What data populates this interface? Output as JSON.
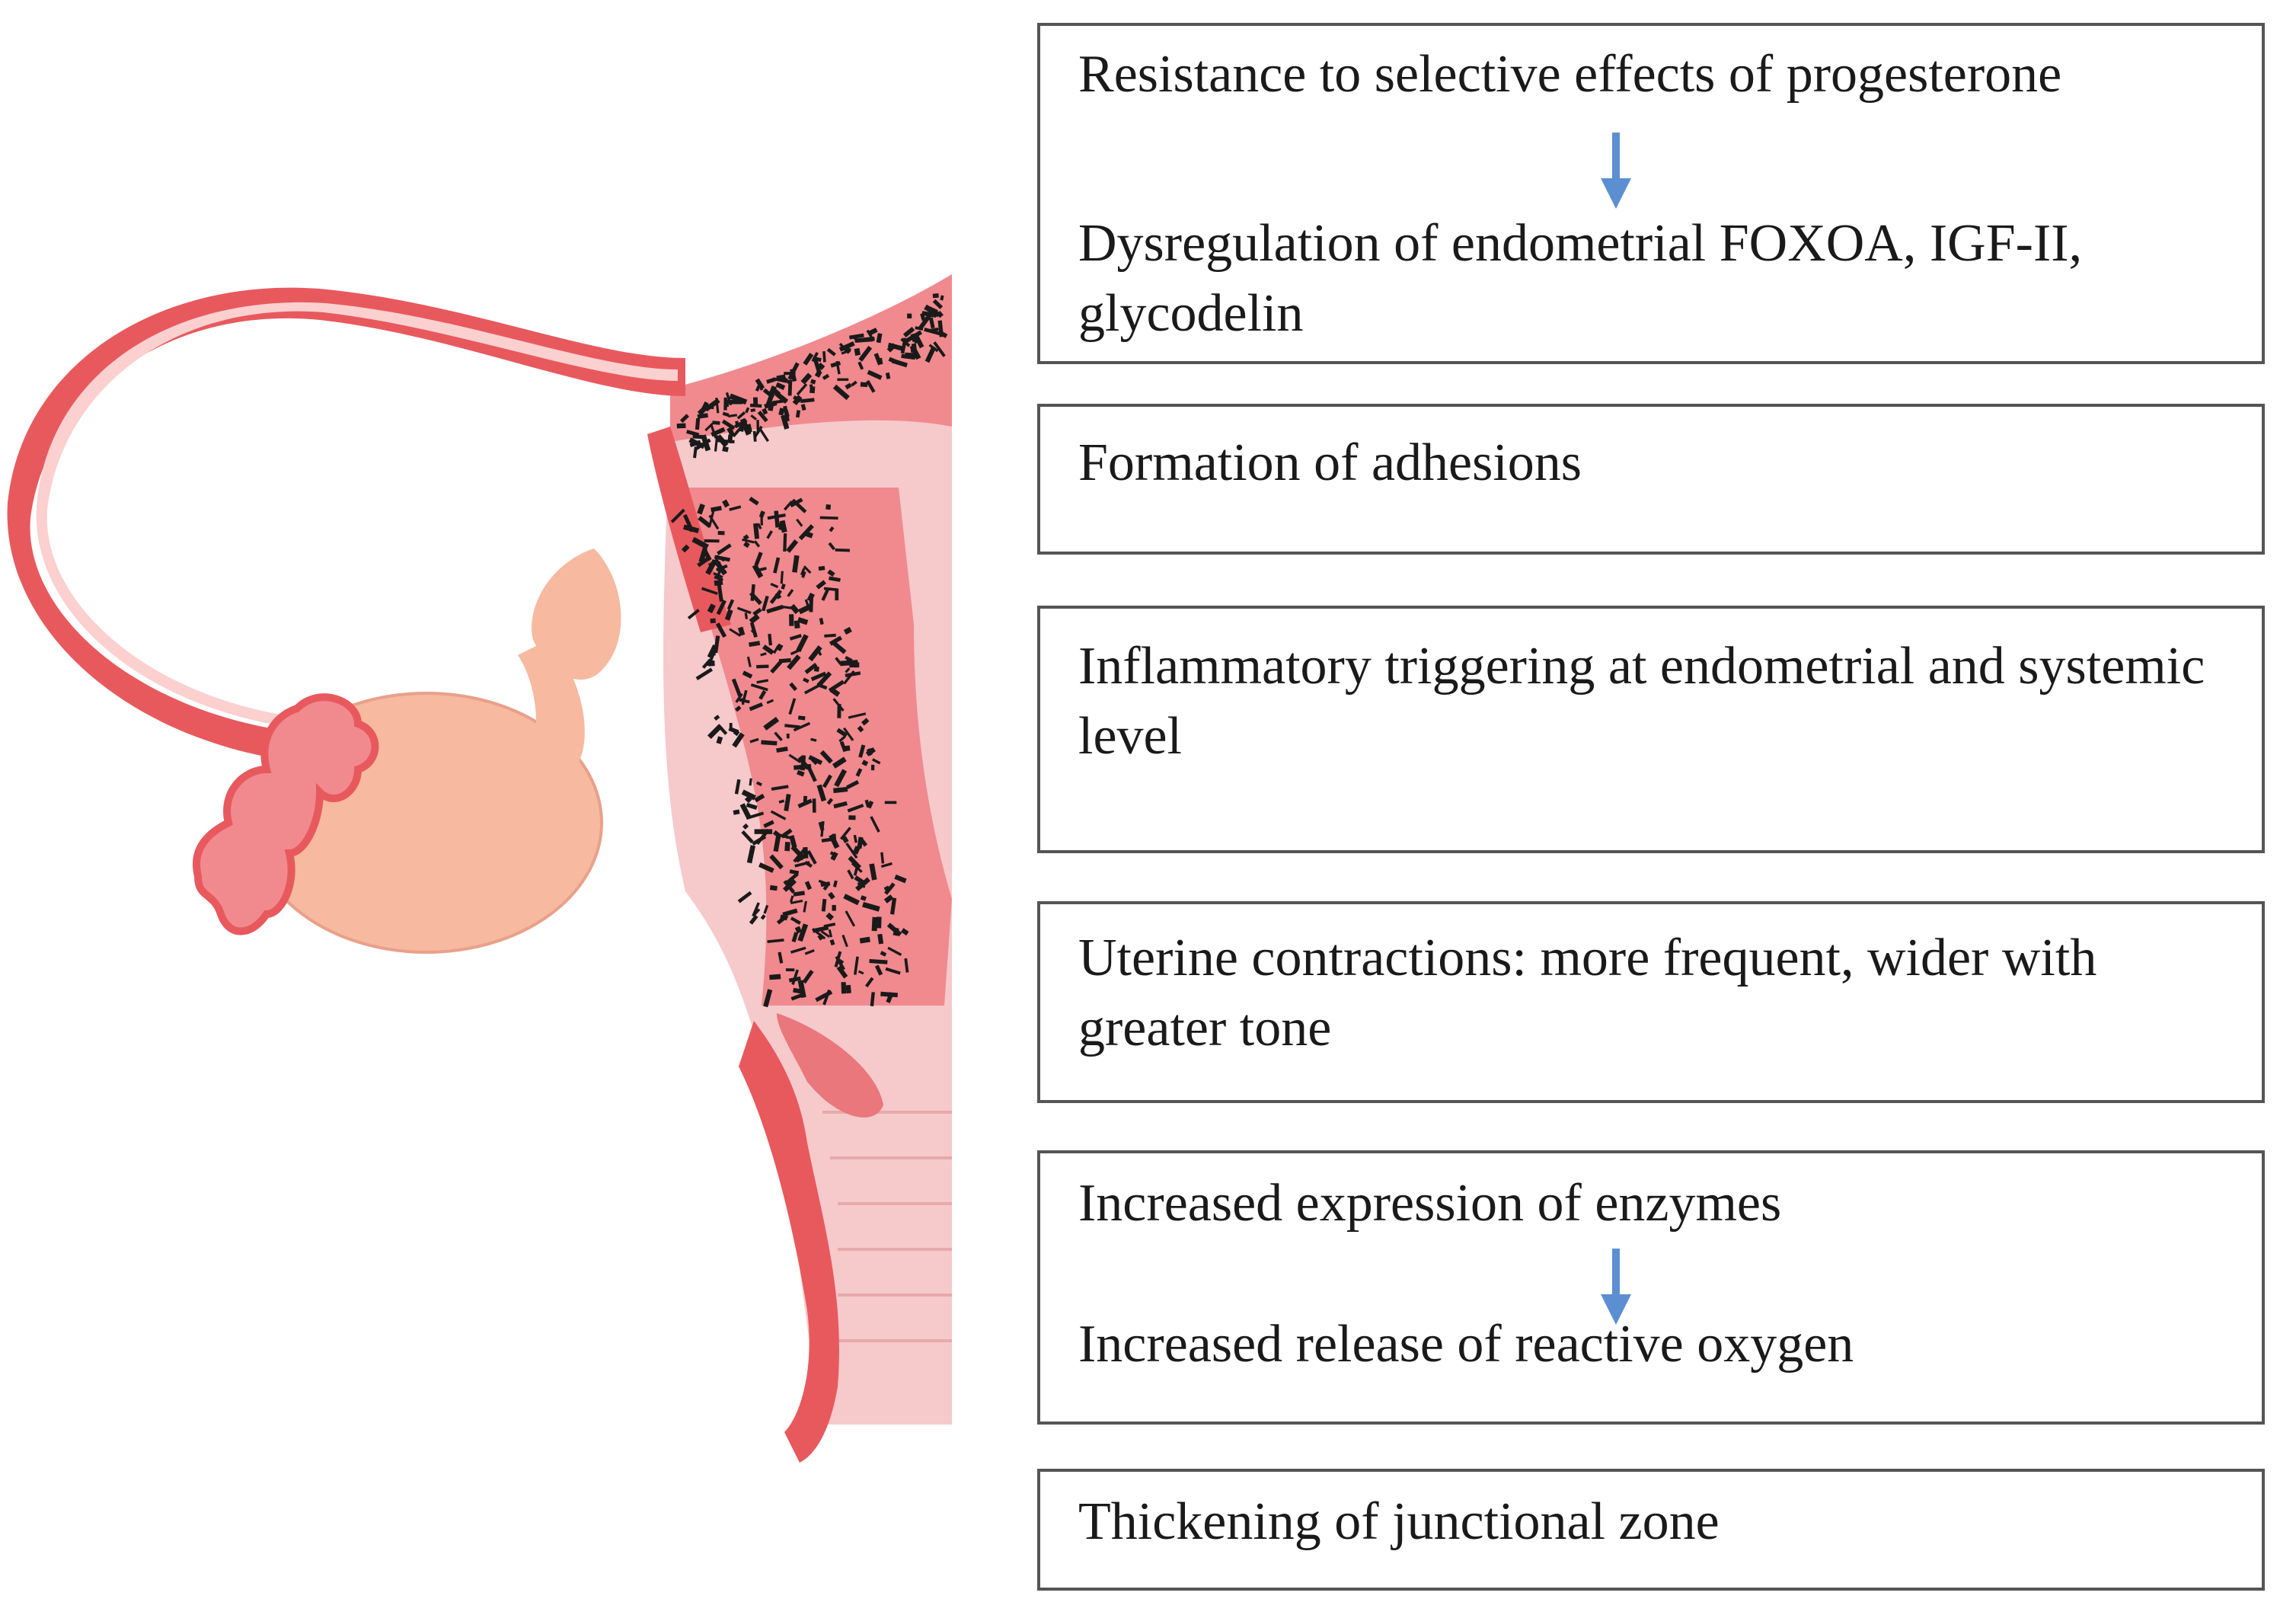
{
  "colors": {
    "tube_dark": "#e8595e",
    "tube_mid": "#f4a4a4",
    "tube_inner": "#fbd0cf",
    "uterus_fill": "#f6c9cb",
    "ovary": "#f7b9a0",
    "speckle": "#1a1a1a",
    "arrow": "#5b8fd1",
    "box_border": "#555555"
  },
  "boxes": [
    {
      "id": "progesterone",
      "lines": [
        "Resistance to selective effects of progesterone",
        "Dysregulation of endometrial FOXOA, IGF-II, glycodelin"
      ],
      "has_arrow": true,
      "arrow_icon": "down-arrow-icon"
    },
    {
      "id": "adhesions",
      "lines": [
        "Formation of adhesions"
      ],
      "has_arrow": false
    },
    {
      "id": "inflammation",
      "lines": [
        "Inflammatory triggering at endometrial and systemic level"
      ],
      "has_arrow": false
    },
    {
      "id": "contractions",
      "lines": [
        "Uterine contractions: more frequent, wider with greater tone"
      ],
      "has_arrow": false
    },
    {
      "id": "enzymes",
      "lines": [
        "Increased expression of enzymes",
        "Increased release of reactive oxygen"
      ],
      "has_arrow": true,
      "arrow_icon": "down-arrow-icon"
    },
    {
      "id": "junctional",
      "lines": [
        "Thickening of junctional zone"
      ],
      "has_arrow": false
    }
  ]
}
